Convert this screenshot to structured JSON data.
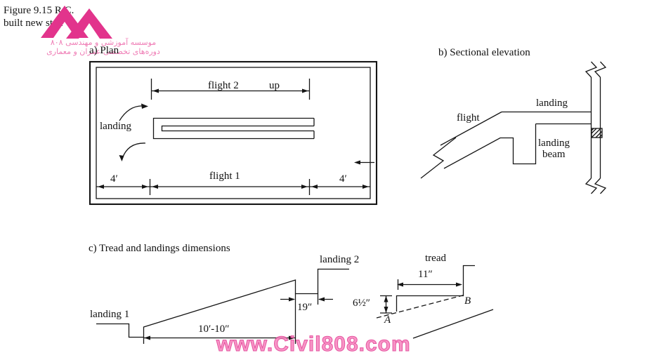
{
  "colors": {
    "ink": "#151515",
    "brand_pink": "#e2348c",
    "brand_text_pink": "#ef7cb5",
    "watermark_pink": "#f683bd"
  },
  "header": {
    "caption_line1": "Figure 9.15 R.C.",
    "caption_line2": "built new stair",
    "brand_line1": "موسسه آموزشی و مهندسی ۸۰۸",
    "brand_line2": "دوره‌های تخصصی عمران و معماری"
  },
  "plan": {
    "title": "a) Plan",
    "flight2_label": "flight 2",
    "up_label": "up",
    "landing_label": "landing",
    "flight1_label": "flight 1",
    "dim_left": "4′",
    "dim_right": "4′"
  },
  "section": {
    "title": "b) Sectional elevation",
    "flight_label": "flight",
    "landing_label": "landing",
    "beam_label_line1": "landing",
    "beam_label_line2": "beam"
  },
  "tread": {
    "title": "c) Tread and landings dimensions",
    "landing1_label": "landing 1",
    "landing2_label": "landing 2",
    "dim_beam_width": "19″",
    "dim_run": "10′-10″",
    "tread_label": "tread",
    "dim_tread": "11″",
    "dim_riser": "6½″",
    "point_a": "A",
    "point_b": "B"
  },
  "watermark": "www.Civil808.com"
}
